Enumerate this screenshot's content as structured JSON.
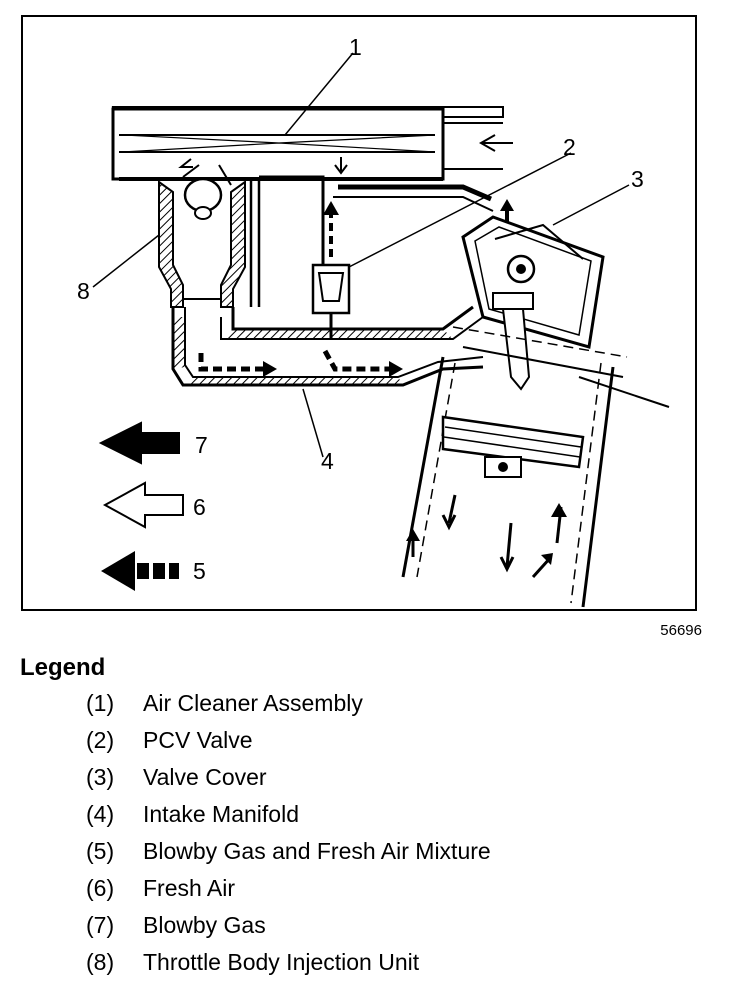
{
  "diagram": {
    "callouts": [
      "1",
      "2",
      "3",
      "4",
      "5",
      "6",
      "7",
      "8"
    ],
    "figure_id": "56696",
    "arrow_key": [
      {
        "number": "7",
        "style": "solid-black-arrow"
      },
      {
        "number": "6",
        "style": "outline-white-arrow"
      },
      {
        "number": "5",
        "style": "dashed-black-arrow"
      }
    ]
  },
  "legend": {
    "title": "Legend",
    "items": [
      {
        "number": "(1)",
        "label": "Air Cleaner Assembly"
      },
      {
        "number": "(2)",
        "label": "PCV Valve"
      },
      {
        "number": "(3)",
        "label": "Valve Cover"
      },
      {
        "number": "(4)",
        "label": "Intake Manifold"
      },
      {
        "number": "(5)",
        "label": "Blowby Gas and Fresh Air Mixture"
      },
      {
        "number": "(6)",
        "label": "Fresh Air"
      },
      {
        "number": "(7)",
        "label": "Blowby Gas"
      },
      {
        "number": "(8)",
        "label": "Throttle Body Injection Unit"
      }
    ]
  }
}
